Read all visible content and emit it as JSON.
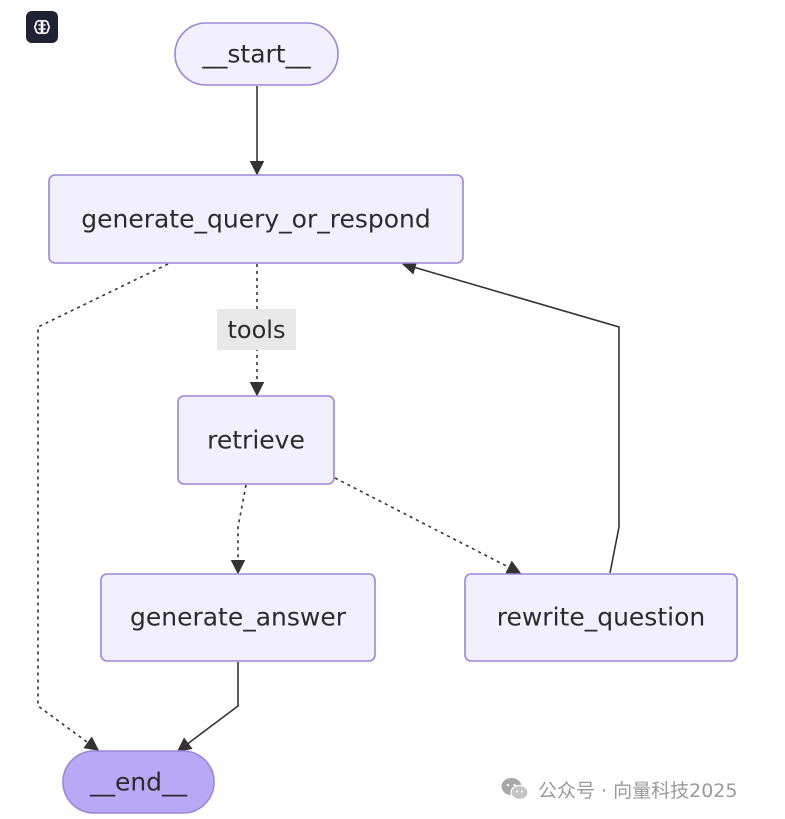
{
  "nodes": {
    "start": "__start__",
    "generate_query_or_respond": "generate_query_or_respond",
    "retrieve": "retrieve",
    "generate_answer": "generate_answer",
    "rewrite_question": "rewrite_question",
    "end": "__end__"
  },
  "edge_labels": {
    "tools": "tools"
  },
  "badge_icon": "brain-icon",
  "watermark": {
    "icon": "wechat-icon",
    "text": "公众号 · 向量科技2025"
  },
  "colors": {
    "node_fill": "#f2f0ff",
    "node_border": "#9b86d9",
    "end_fill": "#b8a9f6",
    "edge": "#333333",
    "badge": "#1e2233"
  }
}
